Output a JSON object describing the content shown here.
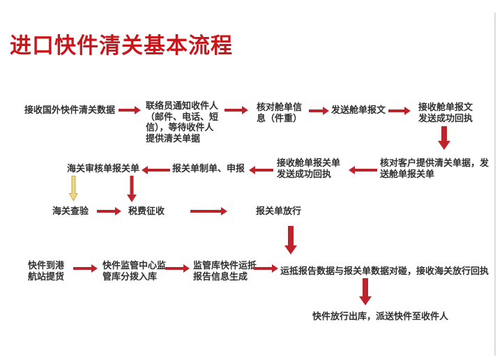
{
  "page": {
    "title": "进口快件清关基本流程"
  },
  "colors": {
    "title": "#c8161d",
    "arrow": "#bd2329",
    "yellow_arrow_fill": "#ecd885",
    "yellow_arrow_stroke": "#c7a84f",
    "text": "#2f2f2f",
    "border": "#dcdcdc"
  },
  "flow": {
    "row1": {
      "n1": "接收国外快件清关数据",
      "n2": "联络员通知收件人\n（邮件、电话、短\n信），等待收件人\n提供清关单据",
      "n3": "核对舱单信\n息（件重）",
      "n4": "发送舱单报文",
      "n5": "接收舱单报文\n发送成功回执"
    },
    "row2": {
      "n6": "核对客户提供清关单据，发\n送舱单报关单",
      "n7": "接收舱单报关单\n发送成功回执",
      "n8": "报关单制单、申报",
      "n9": "海关审核单报关单"
    },
    "row3": {
      "n10": "海关查验",
      "n11": "税费征收",
      "n12": "报关单放行"
    },
    "row4": {
      "n13": "快件到港\n航站提货",
      "n14": "快件监管中心监\n管库分拨入库",
      "n15": "监管库快件运抵\n报告信息生成",
      "n16": "运抵报告数据与报关单数据对碰，接收海关放行回执"
    },
    "row5": {
      "n17": "快件放行出库，派送快件至收件人"
    }
  }
}
